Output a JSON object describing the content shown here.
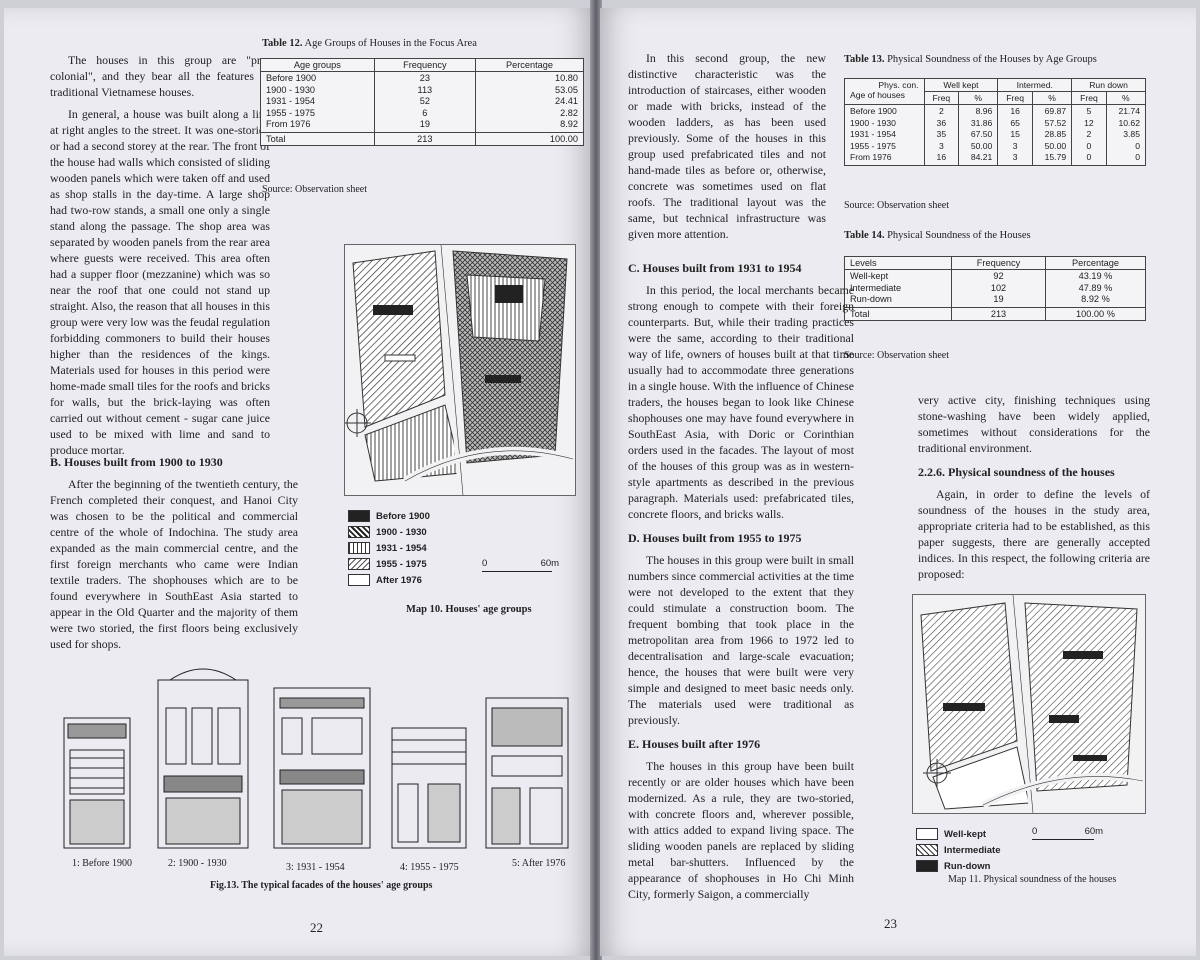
{
  "left_page": {
    "intro_paragraphs": [
      "The houses in this group are \"pre-colonial\", and they bear all the features of traditional Vietnamese houses.",
      "In general, a house was built along a line at right angles to the street. It was one-storied or had a second storey at the rear. The front of the house had walls which consisted of sliding wooden panels which were taken off and used as shop stalls in the day-time. A large shop had two-row stands, a small one only a single stand along the passage. The shop area was separated by wooden panels from the rear area where guests were received. This area often had a supper floor (mezzanine) which was so near the roof that one could not stand up straight. Also, the reason that all houses in this group were very low was the feudal regulation forbidding commoners to build their houses higher than the residences of the kings. Materials used for houses in this period were home-made small tiles for the roofs and bricks for walls, but the brick-laying was often carried out without cement - sugar cane juice used to be mixed with lime and sand to produce mortar."
    ],
    "section_b_heading": "B. Houses built from 1900 to 1930",
    "section_b_text": "After the beginning of the twentieth century, the French completed their conquest, and Hanoi City was chosen to be the political and commercial centre of the whole of Indochina. The study area expanded as the main commercial centre, and the first foreign merchants who came were Indian textile traders. The shophouses which are to be found everywhere in SouthEast Asia started to appear in the Old Quarter and the majority of them were two storied, the first floors being exclusively used for shops.",
    "table12": {
      "title_bold": "Table 12.",
      "title_rest": "Age Groups of Houses in the Focus Area",
      "headers": [
        "Age groups",
        "Frequency",
        "Percentage"
      ],
      "rows": [
        [
          "Before 1900",
          "23",
          "10.80"
        ],
        [
          "1900 - 1930",
          "113",
          "53.05"
        ],
        [
          "1931 - 1954",
          "52",
          "24.41"
        ],
        [
          "1955 - 1975",
          "6",
          "2.82"
        ],
        [
          "From 1976",
          "19",
          "8.92"
        ]
      ],
      "total": [
        "Total",
        "213",
        "100.00"
      ],
      "source": "Source: Observation sheet"
    },
    "map10": {
      "legend": [
        "Before 1900",
        "1900 - 1930",
        "1931 - 1954",
        "1955 - 1975",
        "After 1976"
      ],
      "scale_start": "0",
      "scale_end": "60m",
      "caption": "Map 10. Houses' age groups"
    },
    "fig13": {
      "labels": [
        "1: Before 1900",
        "2: 1900 - 1930",
        "3: 1931 - 1954",
        "4: 1955 - 1975",
        "5: After 1976"
      ],
      "caption": "Fig.13. The typical facades of the houses' age groups"
    },
    "page_number": "22"
  },
  "right_page": {
    "top_text": "In this second group, the new distinctive characteristic was the introduction of staircases, either wooden or made with bricks, instead of the wooden ladders, as has been used previously. Some of the houses in this group used prefabricated tiles and not hand-made tiles as before or, otherwise, concrete was sometimes used on flat roofs. The traditional layout was the same, but technical infrastructure was given more attention.",
    "section_c_heading": "C. Houses built from 1931 to 1954",
    "section_c_text": "In this period, the local merchants became strong enough to compete with their foreign counterparts. But, while their trading practices were the same, according to their traditional way of life, owners of houses built at that time usually had to accommodate three generations in a single house. With the influence of Chinese traders, the houses began to look like Chinese shophouses one may have found everywhere in SouthEast Asia, with Doric or Corinthian orders used in the facades. The layout of most of the houses of this group was as in western-style apartments as described in the previous paragraph. Materials used: prefabricated tiles, concrete floors, and bricks walls.",
    "section_d_heading": "D. Houses built from 1955 to 1975",
    "section_d_text": "The houses in this group were built in small numbers since commercial activities at the time were not developed to the extent that they could stimulate a construction boom. The frequent bombing that took place in the metropolitan area from 1966 to 1972 led to decentralisation and large-scale evacuation; hence, the houses that were built were very simple and designed to meet basic needs only. The materials used were traditional as previously.",
    "section_e_heading": "E. Houses built after 1976",
    "section_e_text": "The houses in this group have been built recently or are older houses which have been modernized. As a rule, they are two-storied, with concrete floors and, wherever possible, with attics added to expand living space. The sliding wooden panels are replaced by sliding metal bar-shutters. Influenced by the appearance of shophouses in Ho Chi Minh City, formerly Saigon, a commercially",
    "right_col_text": "very active city, finishing techniques using stone-washing have been widely applied, sometimes without considerations for the traditional environment.",
    "section_226_heading": "2.2.6. Physical soundness of the houses",
    "section_226_text": "Again, in order to define the levels of soundness of the houses in the study area, appropriate criteria had to be established, as this paper suggests, there are generally accepted indices. In this respect, the following criteria are proposed:",
    "table13": {
      "title_bold": "Table 13.",
      "title_rest": "Physical Soundness of the Houses by Age Groups",
      "corner_top": "Phys. con.",
      "corner_bottom": "Age of houses",
      "groups": [
        "Well kept",
        "Intermed.",
        "Run down"
      ],
      "sub": [
        "Freq",
        "%"
      ],
      "rows": [
        [
          "Before 1900",
          "2",
          "8.96",
          "16",
          "69.87",
          "5",
          "21.74"
        ],
        [
          "1900 - 1930",
          "36",
          "31.86",
          "65",
          "57.52",
          "12",
          "10.62"
        ],
        [
          "1931 - 1954",
          "35",
          "67.50",
          "15",
          "28.85",
          "2",
          "3.85"
        ],
        [
          "1955 - 1975",
          "3",
          "50.00",
          "3",
          "50.00",
          "0",
          "0"
        ],
        [
          "From 1976",
          "16",
          "84.21",
          "3",
          "15.79",
          "0",
          "0"
        ]
      ],
      "source": "Source: Observation sheet"
    },
    "table14": {
      "title_bold": "Table 14.",
      "title_rest": "Physical Soundness of the Houses",
      "headers": [
        "Levels",
        "Frequency",
        "Percentage"
      ],
      "rows": [
        [
          "Well-kept",
          "92",
          "43.19 %"
        ],
        [
          "Intermediate",
          "102",
          "47.89 %"
        ],
        [
          "Run-down",
          "19",
          "8.92 %"
        ]
      ],
      "total": [
        "Total",
        "213",
        "100.00 %"
      ],
      "source": "Source: Observation sheet"
    },
    "map11": {
      "legend": [
        "Well-kept",
        "Intermediate",
        "Run-down"
      ],
      "scale_start": "0",
      "scale_end": "60m",
      "caption": "Map 11. Physical soundness of the houses"
    },
    "page_number": "23"
  }
}
